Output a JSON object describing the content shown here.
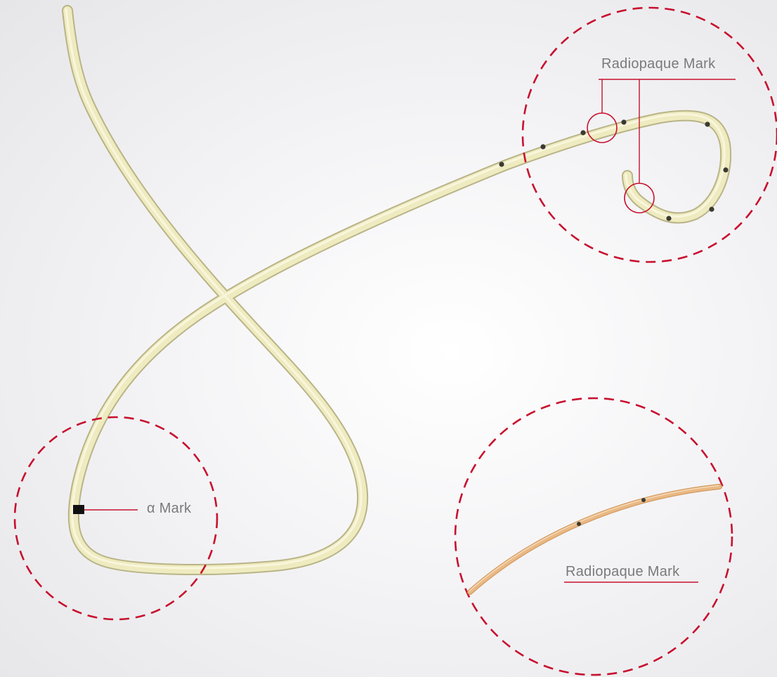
{
  "labels": {
    "radiopaque_top": "Radiopaque Mark",
    "alpha_mark": "α Mark",
    "radiopaque_bottom": "Radiopaque Mark"
  },
  "colors": {
    "background": "#ececef",
    "catheter_main": "#efebc0",
    "catheter_edge": "#b9b487",
    "catheter_inset": "#e7b682",
    "callout_circle": "#c8102e",
    "leader_line": "#c8102e",
    "side_hole": "#3a3a32",
    "alpha_band": "#111111",
    "label_text": "#7a7a7a"
  },
  "icons": {
    "callout": "dashed-circle",
    "side_hole": "dot",
    "alpha_band": "black-band"
  }
}
